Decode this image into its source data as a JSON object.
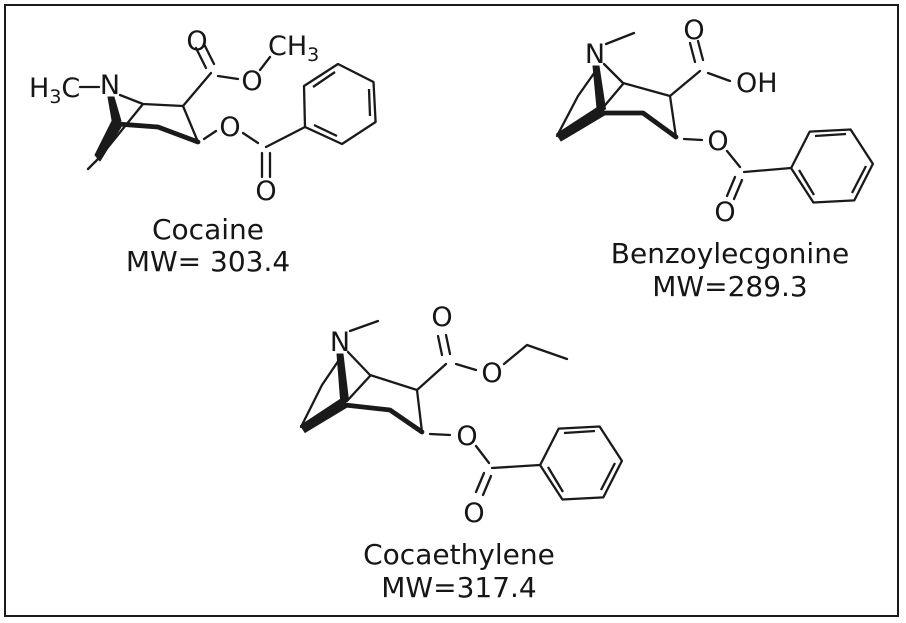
{
  "figure": {
    "background": "#ffffff",
    "border_color": "#1b1b1b",
    "ink_color": "#1a1a1a"
  },
  "molecules": [
    {
      "id": "cocaine",
      "name": "Cocaine",
      "mw_label": "MW= 303.4",
      "atom_labels": {
        "n_methyl_h": "H",
        "n_methyl_h_sub": "3",
        "n_methyl_c": "C",
        "amine_n": "N",
        "ester_carbonyl_o": "O",
        "ester_o": "O",
        "ester_methyl_ch": "CH",
        "ester_methyl_sub": "3",
        "benzoate_o": "O",
        "benzoate_carbonyl_o": "O"
      }
    },
    {
      "id": "benzoylecgonine",
      "name": "Benzoylecgonine",
      "mw_label": "MW=289.3",
      "atom_labels": {
        "amine_n": "N",
        "acid_carbonyl_o": "O",
        "acid_oh": "OH",
        "benzoate_o": "O",
        "benzoate_carbonyl_o": "O"
      }
    },
    {
      "id": "cocaethylene",
      "name": "Cocaethylene",
      "mw_label": "MW=317.4",
      "atom_labels": {
        "amine_n": "N",
        "ester_carbonyl_o": "O",
        "ester_o": "O",
        "benzoate_o": "O",
        "benzoate_carbonyl_o": "O"
      }
    }
  ]
}
